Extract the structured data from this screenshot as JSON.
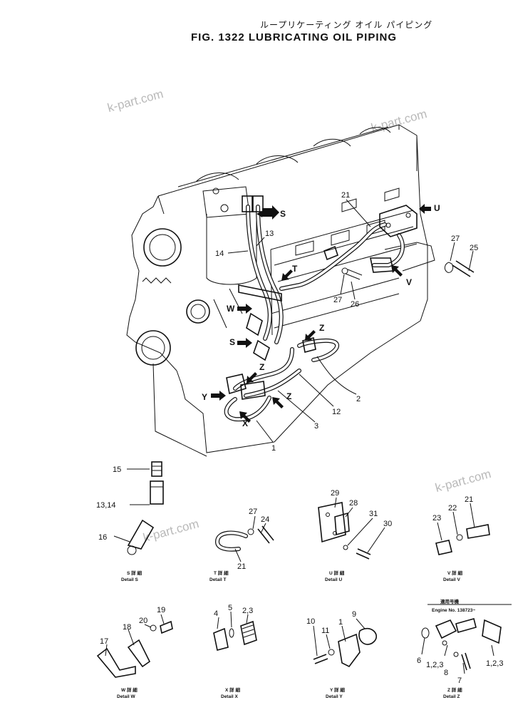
{
  "title": {
    "japanese": "ループリケーティング オイル パイピング",
    "english": "FIG. 1322  LUBRICATING  OIL  PIPING"
  },
  "watermark": "k-part.com",
  "main_callouts": {
    "n21": "21",
    "n13": "13",
    "n14": "14",
    "n27a": "27",
    "n25": "25",
    "n27b": "27",
    "n26": "26",
    "n12": "12",
    "n2": "2",
    "n3": "3",
    "n1": "1"
  },
  "arrows": {
    "S": "S",
    "U": "U",
    "T": "T",
    "V": "V",
    "W": "W",
    "S2": "S",
    "Z1": "Z",
    "Z2": "Z",
    "Z3": "Z",
    "Y": "Y",
    "X": "X"
  },
  "details": {
    "S": {
      "parts": [
        "15",
        "13,14",
        "16"
      ],
      "caption_jp": "S 詳 細",
      "caption_en": "Detail  S"
    },
    "T": {
      "parts": [
        "27",
        "24",
        "21"
      ],
      "caption_jp": "T 詳 細",
      "caption_en": "Detail  T"
    },
    "U": {
      "parts": [
        "29",
        "28",
        "31",
        "30"
      ],
      "caption_jp": "U 詳 細",
      "caption_en": "Detail  U"
    },
    "V": {
      "parts": [
        "21",
        "22",
        "23"
      ],
      "caption_jp": "V 詳 細",
      "caption_en": "Detail  V"
    },
    "W": {
      "parts": [
        "19",
        "20",
        "18",
        "17"
      ],
      "caption_jp": "W 詳 細",
      "caption_en": "Detail  W"
    },
    "X": {
      "parts": [
        "2,3",
        "4",
        "5"
      ],
      "caption_jp": "X 詳 細",
      "caption_en": "Detail  X"
    },
    "Y": {
      "parts": [
        "9",
        "10",
        "11",
        "1"
      ],
      "caption_jp": "Y 詳 細",
      "caption_en": "Detail  Y"
    },
    "Z": {
      "parts": [
        "6",
        "1,2,3",
        "8",
        "7",
        "1,2,3"
      ],
      "caption_jp": "Z 詳 細",
      "caption_en": "Detail  Z",
      "applicability_jp": "適用号機",
      "applicability_en": "Engine  No.  138723~"
    }
  }
}
